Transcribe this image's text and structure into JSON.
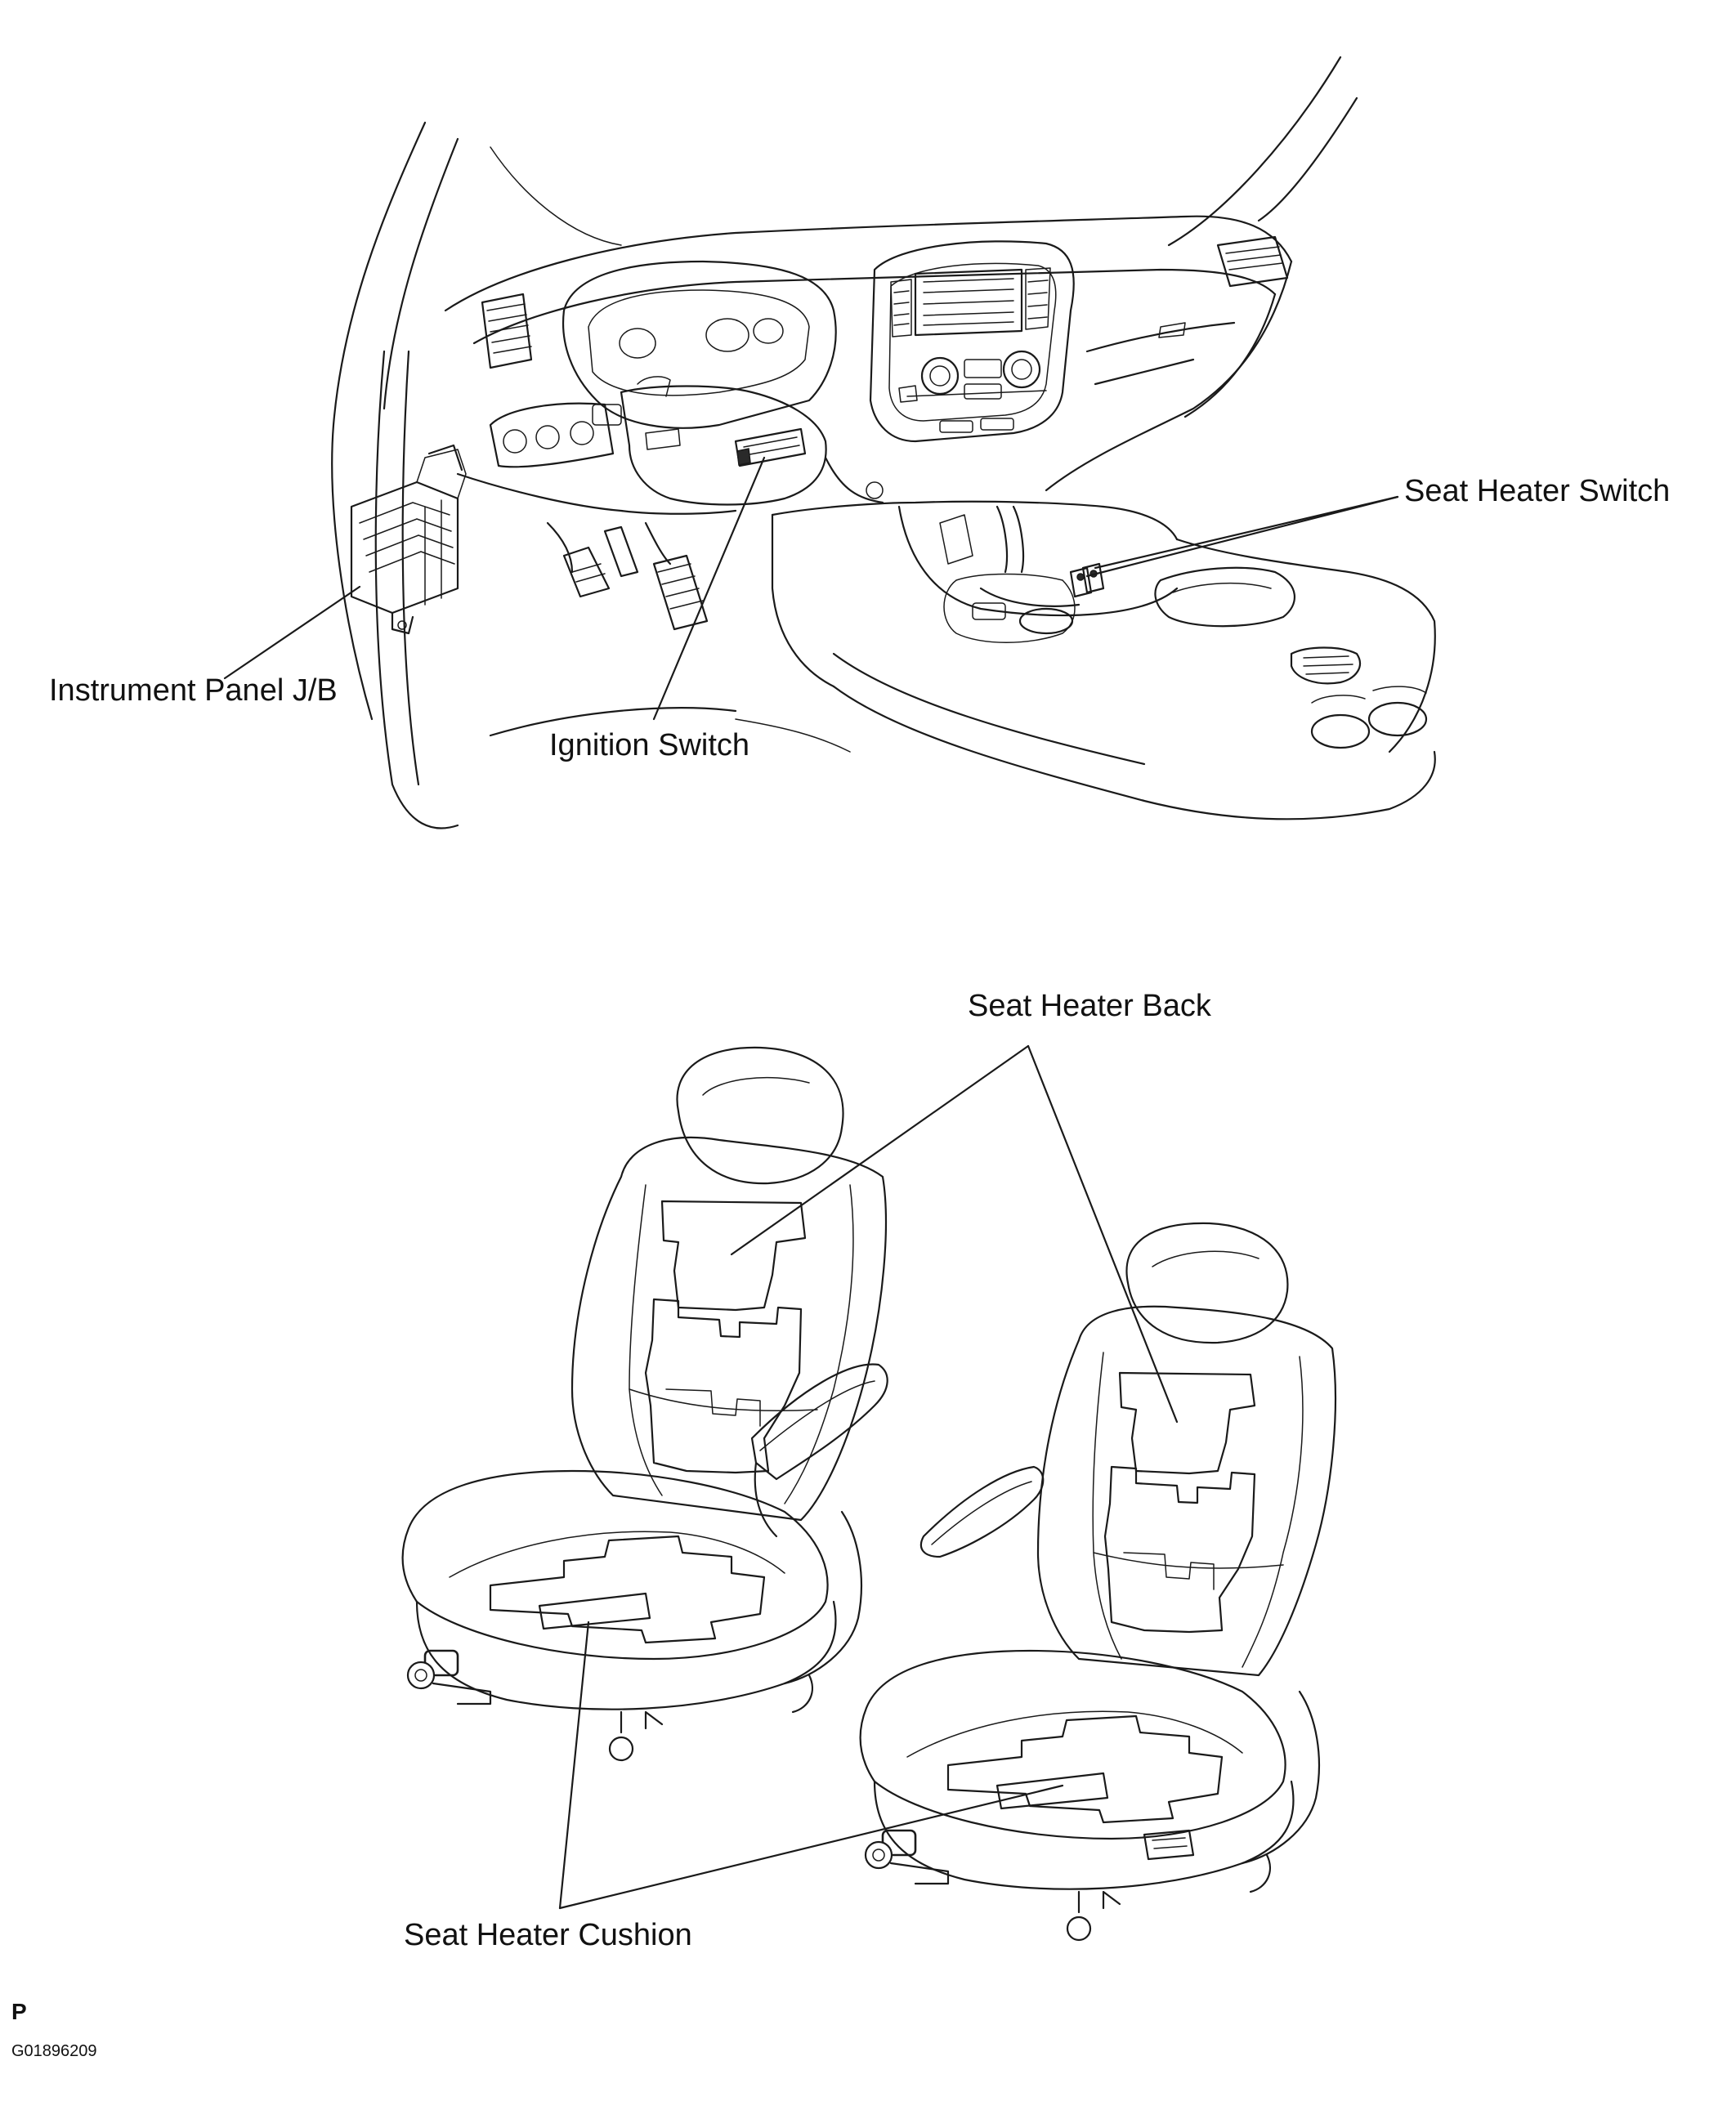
{
  "labels": {
    "instrument_panel_jb": "Instrument Panel J/B",
    "ignition_switch": "Ignition Switch",
    "seat_heater_switch": "Seat Heater Switch",
    "seat_heater_back": "Seat Heater Back",
    "seat_heater_cushion": "Seat Heater Cushion"
  },
  "footer": {
    "marker": "P",
    "code": "G01896209"
  }
}
